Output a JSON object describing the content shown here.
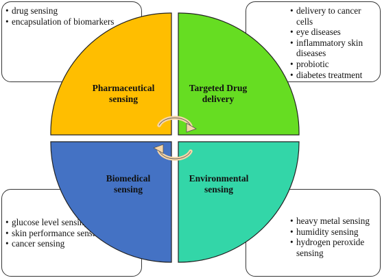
{
  "quadrants": {
    "top_left": {
      "line1": "Pharmaceutical",
      "line2": "sensing",
      "color": "#FFBE00"
    },
    "top_right": {
      "line1": "Targeted Drug",
      "line2": "delivery",
      "color": "#66DD22"
    },
    "bottom_left": {
      "line1": "Biomedical",
      "line2": "sensing",
      "color": "#4472C4"
    },
    "bottom_right": {
      "line1": "Environmental",
      "line2": "sensing",
      "color": "#33D6A8"
    }
  },
  "boxes": {
    "top_left": {
      "items": [
        "drug sensing",
        "encapsulation of biomarkers"
      ]
    },
    "top_right": {
      "items": [
        "delivery to cancer cells",
        "eye diseases",
        "inflammatory skin diseases",
        "probiotic",
        "diabetes treatment"
      ]
    },
    "bottom_left": {
      "items": [
        "glucose level sensing",
        "skin performance sensing",
        "cancer sensing"
      ]
    },
    "bottom_right": {
      "items": [
        "heavy metal sensing",
        "humidity sensing",
        "hydrogen peroxide sensing"
      ]
    }
  },
  "cycle_arrow_color": "#F5D5A8"
}
